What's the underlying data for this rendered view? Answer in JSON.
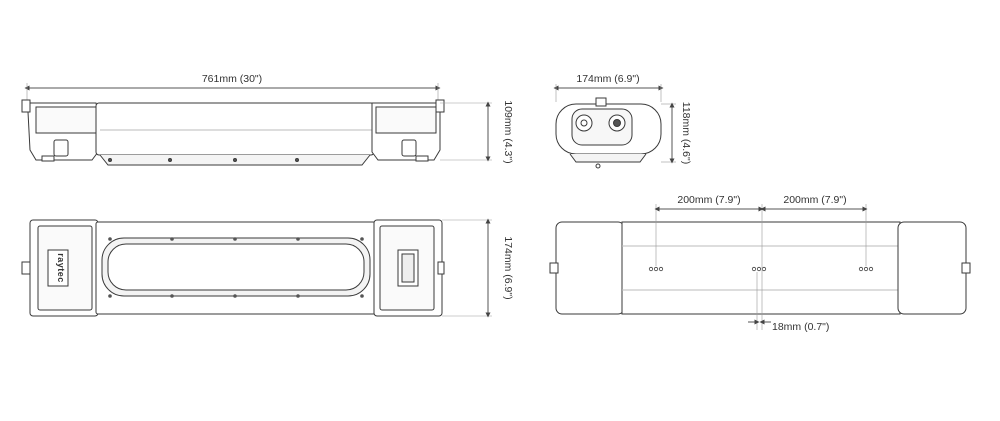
{
  "dimensions": {
    "side_view_length": "761mm (30\")",
    "side_view_height": "109mm (4.3\")",
    "end_view_width": "174mm (6.9\")",
    "end_view_height": "118mm (4.6\")",
    "top_view_depth": "174mm (6.9\")",
    "rear_hole_spacing_left": "200mm (7.9\")",
    "rear_hole_spacing_right": "200mm (7.9\")",
    "rear_hole_pitch": "18mm (0.7\")"
  },
  "brand": {
    "logo": "raytec"
  },
  "colors": {
    "line": "#3a3a3a",
    "fill": "#ffffff",
    "shade": "#e9e9e9",
    "dim": "#555555"
  }
}
